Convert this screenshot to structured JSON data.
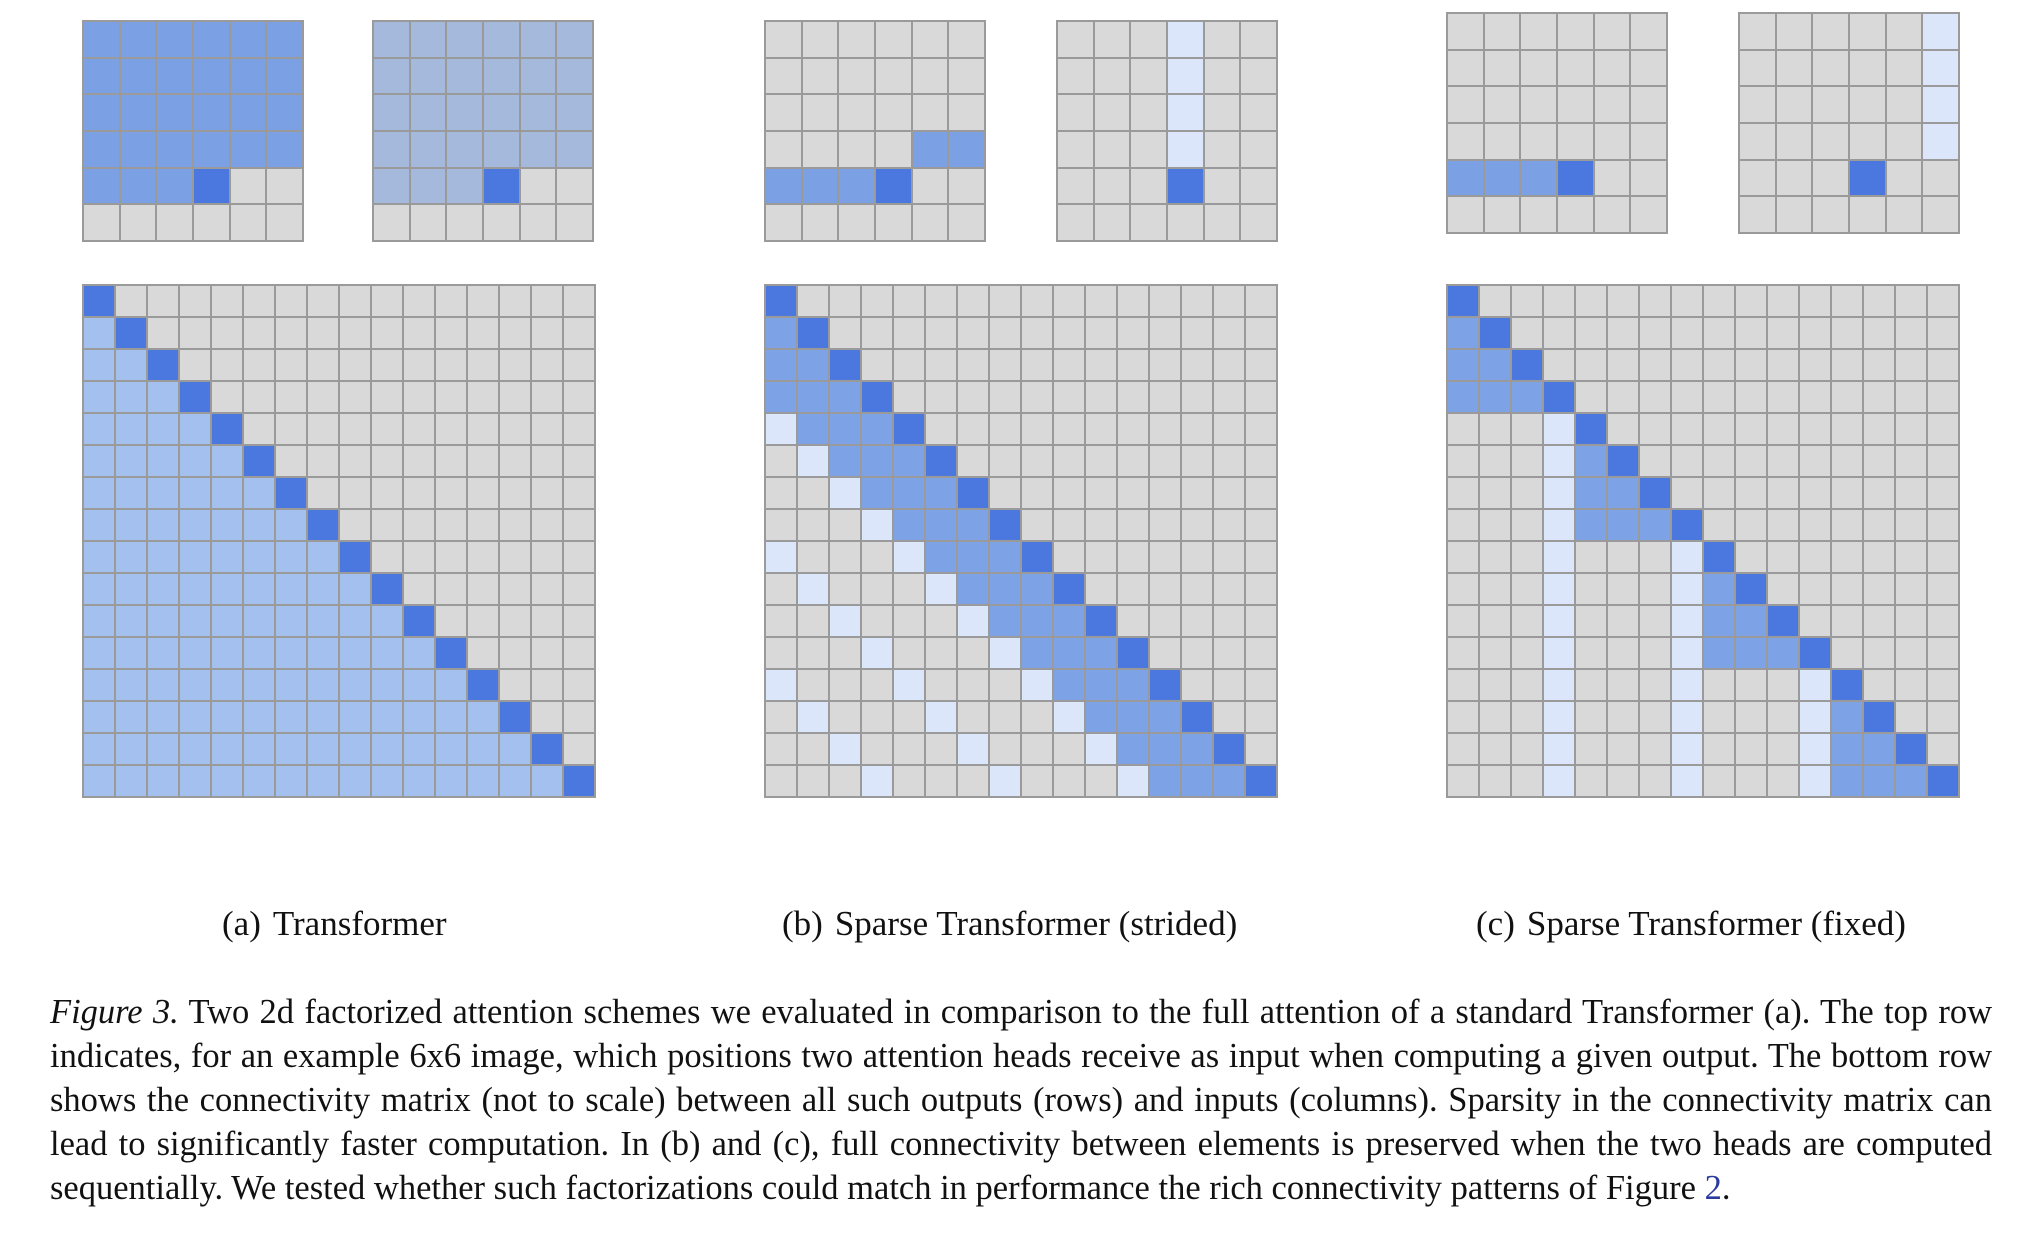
{
  "colors": {
    "empty": "#d9d9d9",
    "output": "#4a78df",
    "head_a": "#7ba1e4",
    "head_b": "#a5b9dc",
    "full_fill": "#a3c0ef",
    "sparse_fill": "#7da3e6",
    "faint": "#dbe6fa",
    "grid_line": "#9a9a9a",
    "link": "#2b3a9e"
  },
  "subfigures": [
    {
      "label": "(a)",
      "title": "Transformer",
      "pattern": "full"
    },
    {
      "label": "(b)",
      "title": "Sparse Transformer (strided)",
      "pattern": "strided"
    },
    {
      "label": "(c)",
      "title": "Sparse Transformer (fixed)",
      "pattern": "fixed"
    }
  ],
  "caption": {
    "figure_label": "Figure 3.",
    "text": " Two 2d factorized attention schemes we evaluated in comparison to the full attention of a standard Transformer (a). The top row indicates, for an example 6x6 image, which positions two attention heads receive as input when computing a given output. The bottom row shows the connectivity matrix (not to scale) between all such outputs (rows) and inputs (columns). Sparsity in the connectivity matrix can lead to significantly faster computation. In (b) and (c), full connectivity between elements is preserved when the two heads are computed sequentially. We tested whether such factorizations could match in performance the rich connectivity patterns of Figure ",
    "figure_ref": "2",
    "end": "."
  }
}
